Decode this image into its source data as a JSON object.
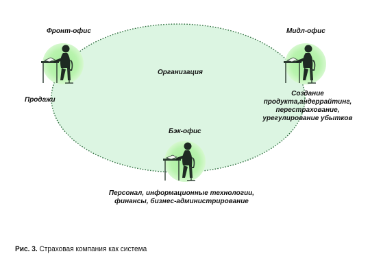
{
  "diagram": {
    "center_label": "Организация",
    "front_office": {
      "title": "Фронт-офис",
      "description": "Продажи"
    },
    "mid_office": {
      "title": "Мидл-офис",
      "description_lines": [
        "Создание",
        "продукта,андеррайтинг,",
        "перестрахование,",
        "урегулирование убытков"
      ]
    },
    "back_office": {
      "title": "Бэк-офис",
      "description_lines": [
        "Персонал, информационные технологии,",
        "финансы, бизнес-администрирование"
      ]
    }
  },
  "caption": {
    "prefix": "Рис. 3.",
    "text": "Страховая компания как система"
  },
  "colors": {
    "ellipse_fill": "#dcf5e2",
    "ellipse_border": "#2e6e3e",
    "figure_highlight": "#a4ee9a",
    "figure_dark": "#1e2a22"
  }
}
